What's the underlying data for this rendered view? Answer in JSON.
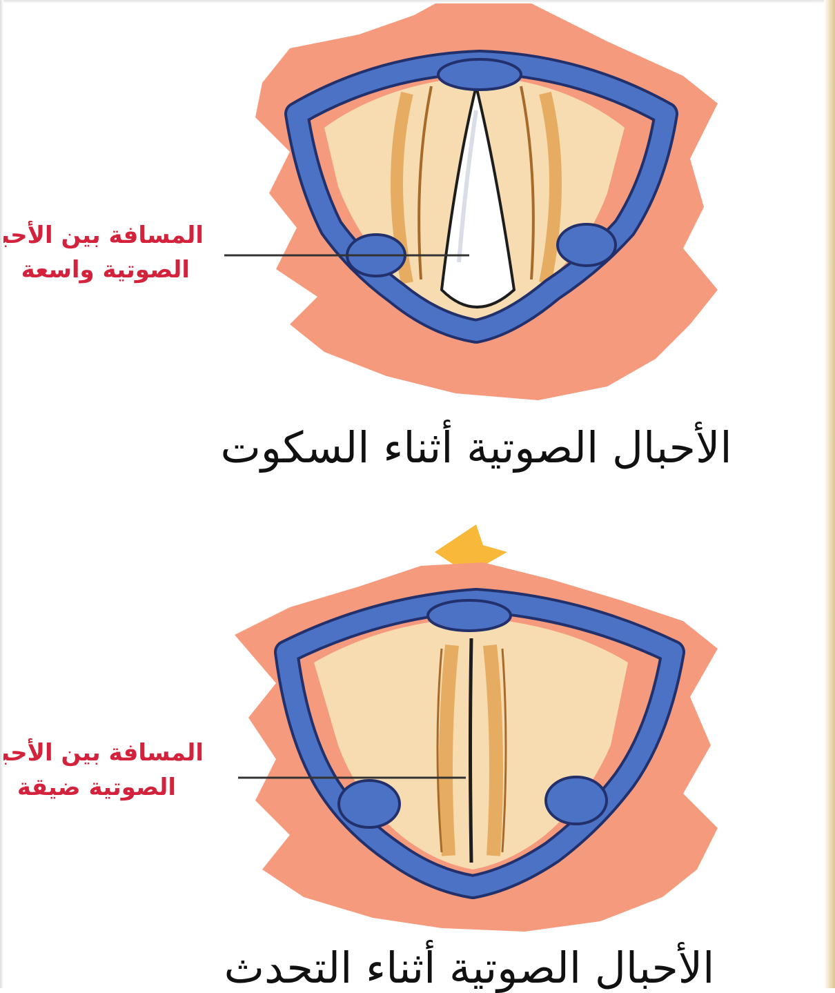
{
  "diagrams": [
    {
      "callout_line1": "المسافة بين الأحبال",
      "callout_line2": "الصوتية واسعة",
      "caption": "الأحبال الصوتية أثناء السكوت",
      "state": "open"
    },
    {
      "callout_line1": "المسافة بين الأحبال",
      "callout_line2": "الصوتية ضيقة",
      "caption": "الأحبال الصوتية أثناء التحدث",
      "state": "closed"
    }
  ],
  "colors": {
    "tissue": "#f59a7d",
    "cartilage": "#4c72c6",
    "cartilage_outline": "#22306b",
    "vocal_fold": "#f6dcb0",
    "fold_edge": "#e6ad62",
    "glottis_open": "#ffffff",
    "epiglottis_tip": "#f8b93a",
    "label_text": "#d3223b",
    "caption_text": "#111111"
  }
}
